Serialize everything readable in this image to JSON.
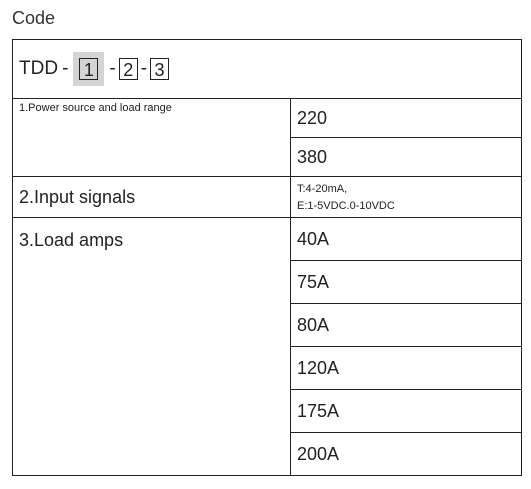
{
  "heading": "Code",
  "model": {
    "prefix": "TDD",
    "separator": "-",
    "codes": [
      "1",
      "2",
      "3"
    ]
  },
  "sections": {
    "power": {
      "label": "1.Power source and load range",
      "options": [
        "220",
        "380"
      ]
    },
    "signal": {
      "label": "2.Input signals",
      "lines": [
        "T:4-20mA,",
        "E:1-5VDC.0-10VDC"
      ]
    },
    "load": {
      "label": "3.Load amps",
      "options": [
        "40A",
        "75A",
        "80A",
        "120A",
        "175A",
        "200A"
      ]
    }
  },
  "colors": {
    "highlight": "#d4d4d4",
    "border": "#222222"
  }
}
